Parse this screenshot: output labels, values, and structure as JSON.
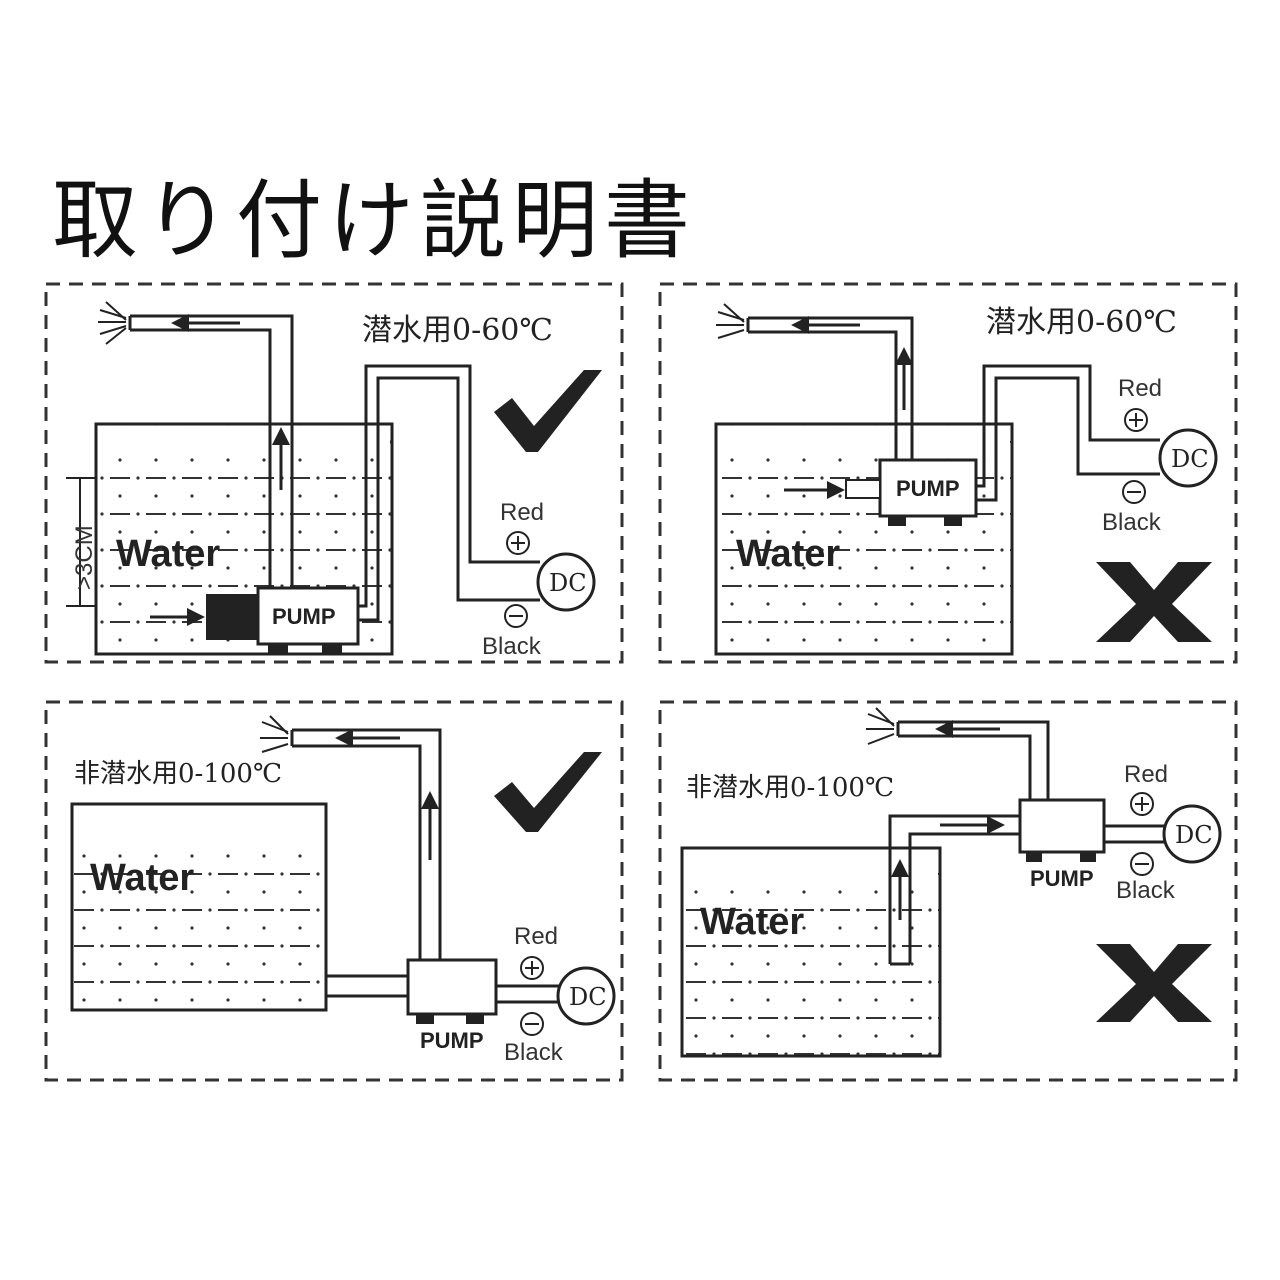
{
  "title": "取り付け説明書",
  "panels": [
    {
      "temp_label": "潜水用0-60℃",
      "water_label": "Water",
      "pump_label": "PUMP",
      "red_label": "Red",
      "black_label": "Black",
      "dc_label": "DC",
      "depth_label": ">3CM",
      "verdict": "check"
    },
    {
      "temp_label": "潜水用0-60℃",
      "water_label": "Water",
      "pump_label": "PUMP",
      "red_label": "Red",
      "black_label": "Black",
      "dc_label": "DC",
      "verdict": "cross"
    },
    {
      "temp_label": "非潜水用0-100℃",
      "water_label": "Water",
      "pump_label": "PUMP",
      "red_label": "Red",
      "black_label": "Black",
      "dc_label": "DC",
      "verdict": "check"
    },
    {
      "temp_label": "非潜水用0-100℃",
      "water_label": "Water",
      "pump_label": "PUMP",
      "red_label": "Red",
      "black_label": "Black",
      "dc_label": "DC",
      "verdict": "cross"
    }
  ],
  "icons": [
    "check-mark-icon",
    "cross-mark-icon",
    "plus-terminal-icon",
    "minus-terminal-icon",
    "water-spray-icon",
    "flow-arrow-icon"
  ]
}
